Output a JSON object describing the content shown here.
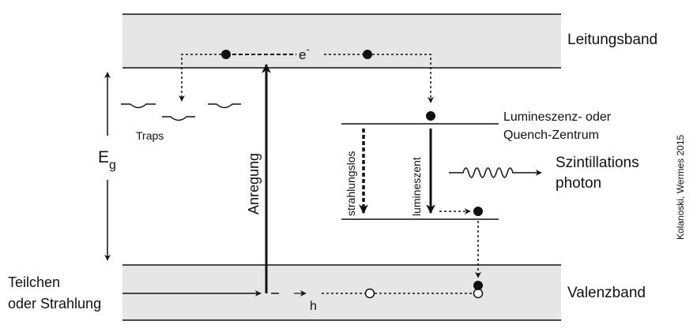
{
  "bands": {
    "conduction": "Leitungsband",
    "valence": "Valenzband"
  },
  "labels": {
    "electron": "e",
    "electron_sup": "-",
    "hole": "h",
    "traps": "Traps",
    "gap_main": "E",
    "gap_sub": "g",
    "excitation": "Anregung",
    "center_line1": "Lumineszenz- oder",
    "center_line2": "Quench-Zentrum",
    "nonradiative": "strahlungslos",
    "luminescent": "lumineszent",
    "photon_line1": "Szintillations",
    "photon_line2": "photon",
    "particle_line1": "Teilchen",
    "particle_line2": "oder Strahlung",
    "credit": "Kolanoski, Wermes 2015"
  },
  "colors": {
    "band_fill": "#e6e6e6",
    "line": "#111111"
  }
}
